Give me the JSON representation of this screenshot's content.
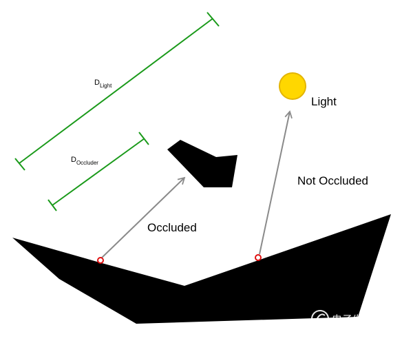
{
  "labels": {
    "light": "Light",
    "not_occluded": "Not Occluded",
    "occluded": "Occluded",
    "d_light_main": "D",
    "d_light_sub": "Light",
    "d_occluder_main": "D",
    "d_occluder_sub": "Occluder",
    "watermark": "电子发烧友"
  },
  "colors": {
    "shape": "#000000",
    "dimension_line": "#1a9a1a",
    "ray": "#8a8a8a",
    "sample_point": "#e01010",
    "light_fill": "#ffd700",
    "light_stroke": "#e3b400"
  },
  "icons": {
    "light": "sun-circle",
    "watermark": "watermark-logo-icon"
  }
}
